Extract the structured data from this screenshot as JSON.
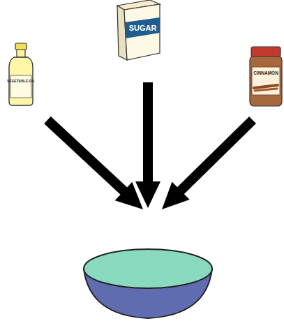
{
  "diagram": {
    "labels": [
      "SUGAR",
      "VEGETABLE OIL",
      "CINNAMON"
    ]
  }
}
